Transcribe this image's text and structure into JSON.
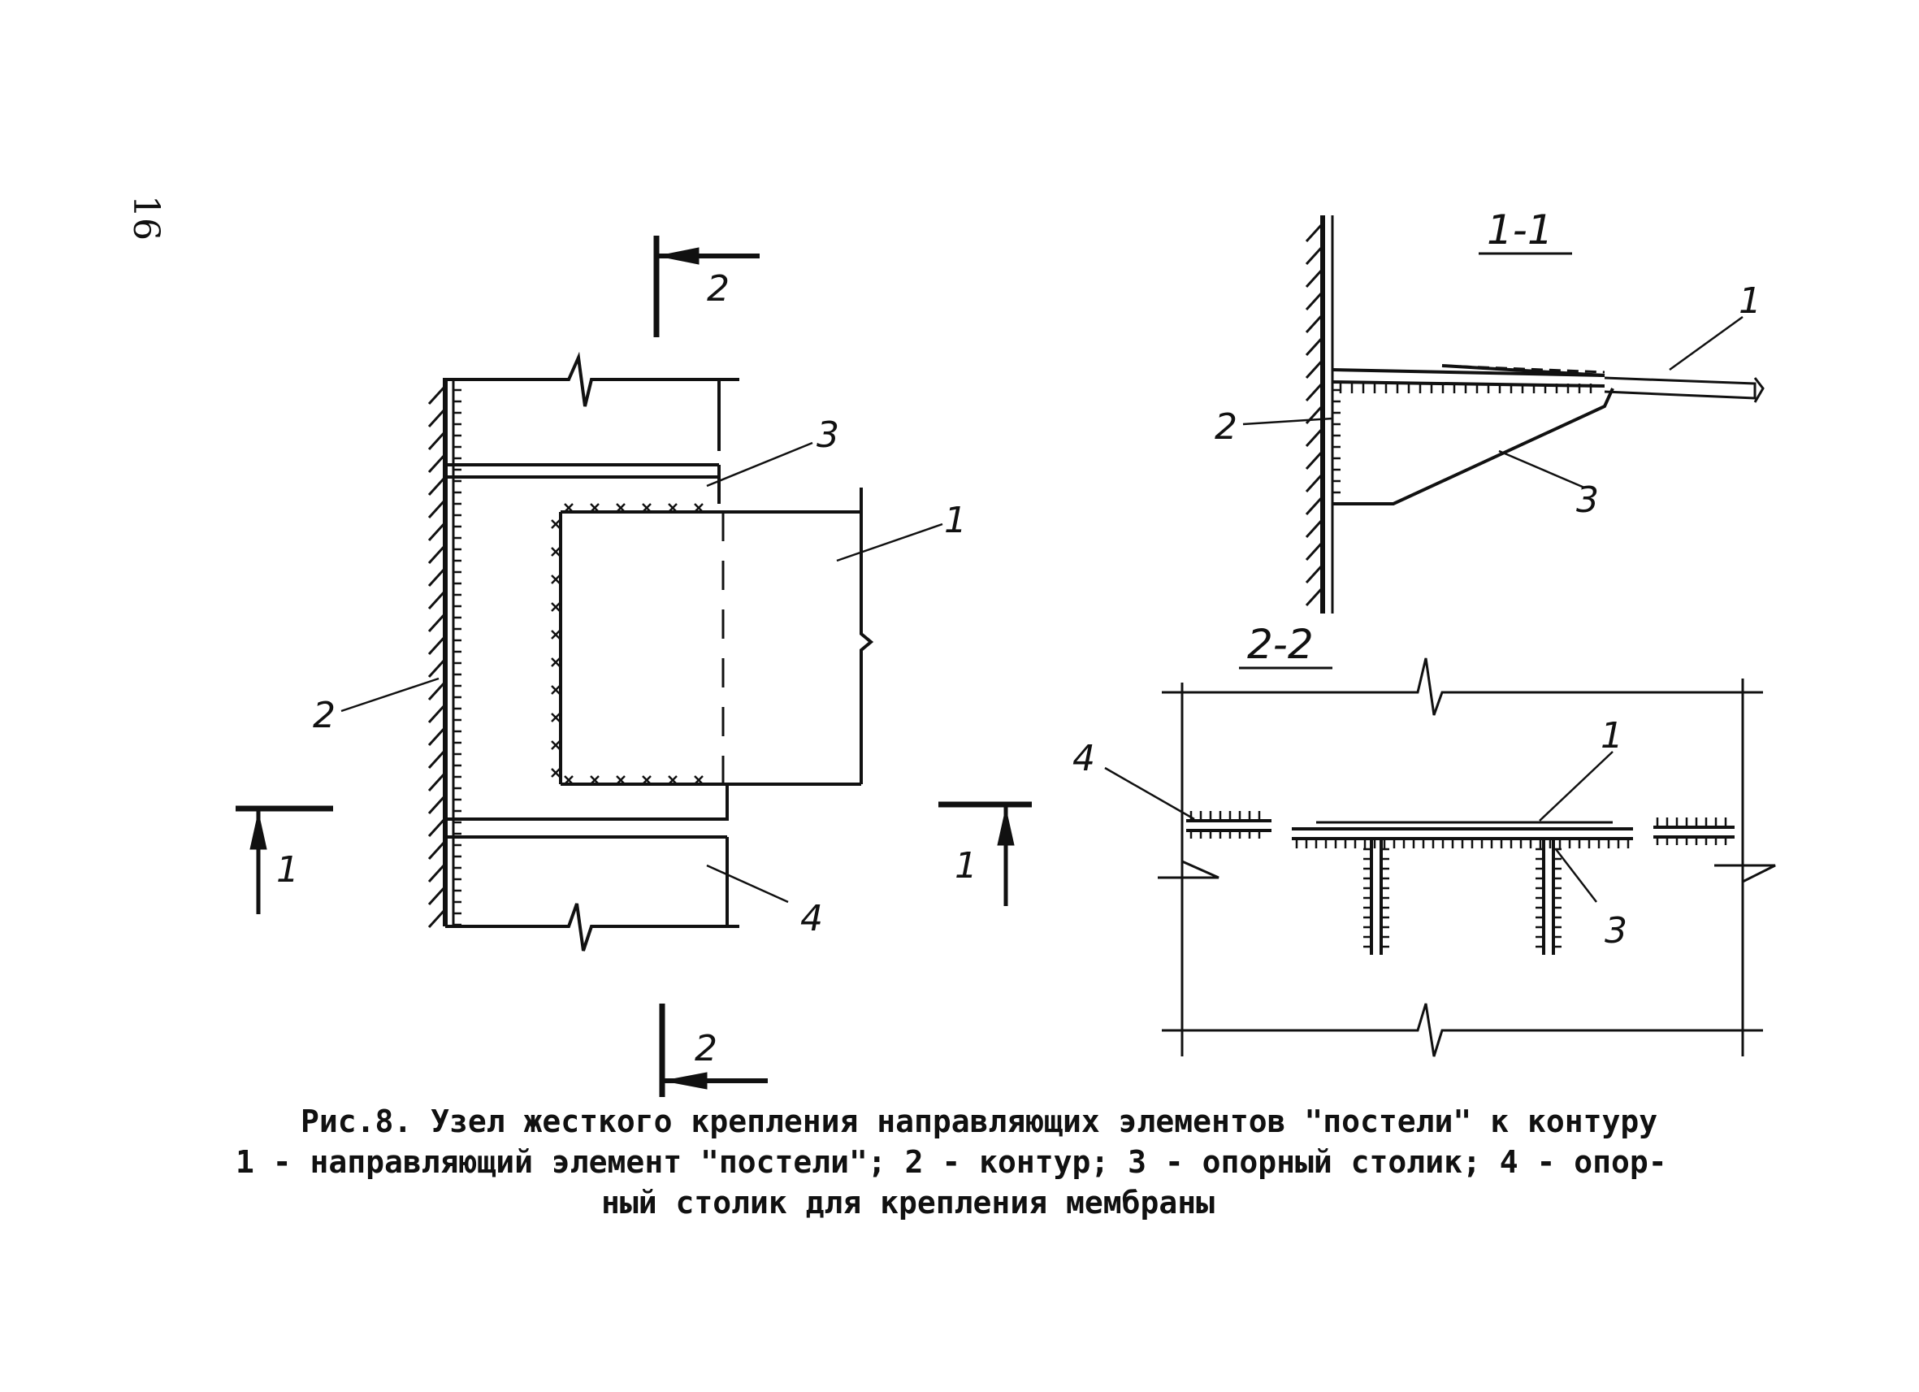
{
  "page_number": "16",
  "sections": {
    "section_1_1": "1-1",
    "section_2_2": "2-2",
    "cut_2": "2",
    "cut_1": "1"
  },
  "labels": {
    "guide_element": "1",
    "contour": "2",
    "support_table": "3",
    "membrane_table": "4"
  },
  "caption": {
    "line1": "Рис.8. Узел жесткого крепления направляющих элементов \"постели\" к контуру",
    "line2": "1 - направляющий элемент \"постели\"; 2 - контур; 3 - опорный столик; 4 - опор-",
    "line3": "ный столик для крепления мембраны"
  }
}
